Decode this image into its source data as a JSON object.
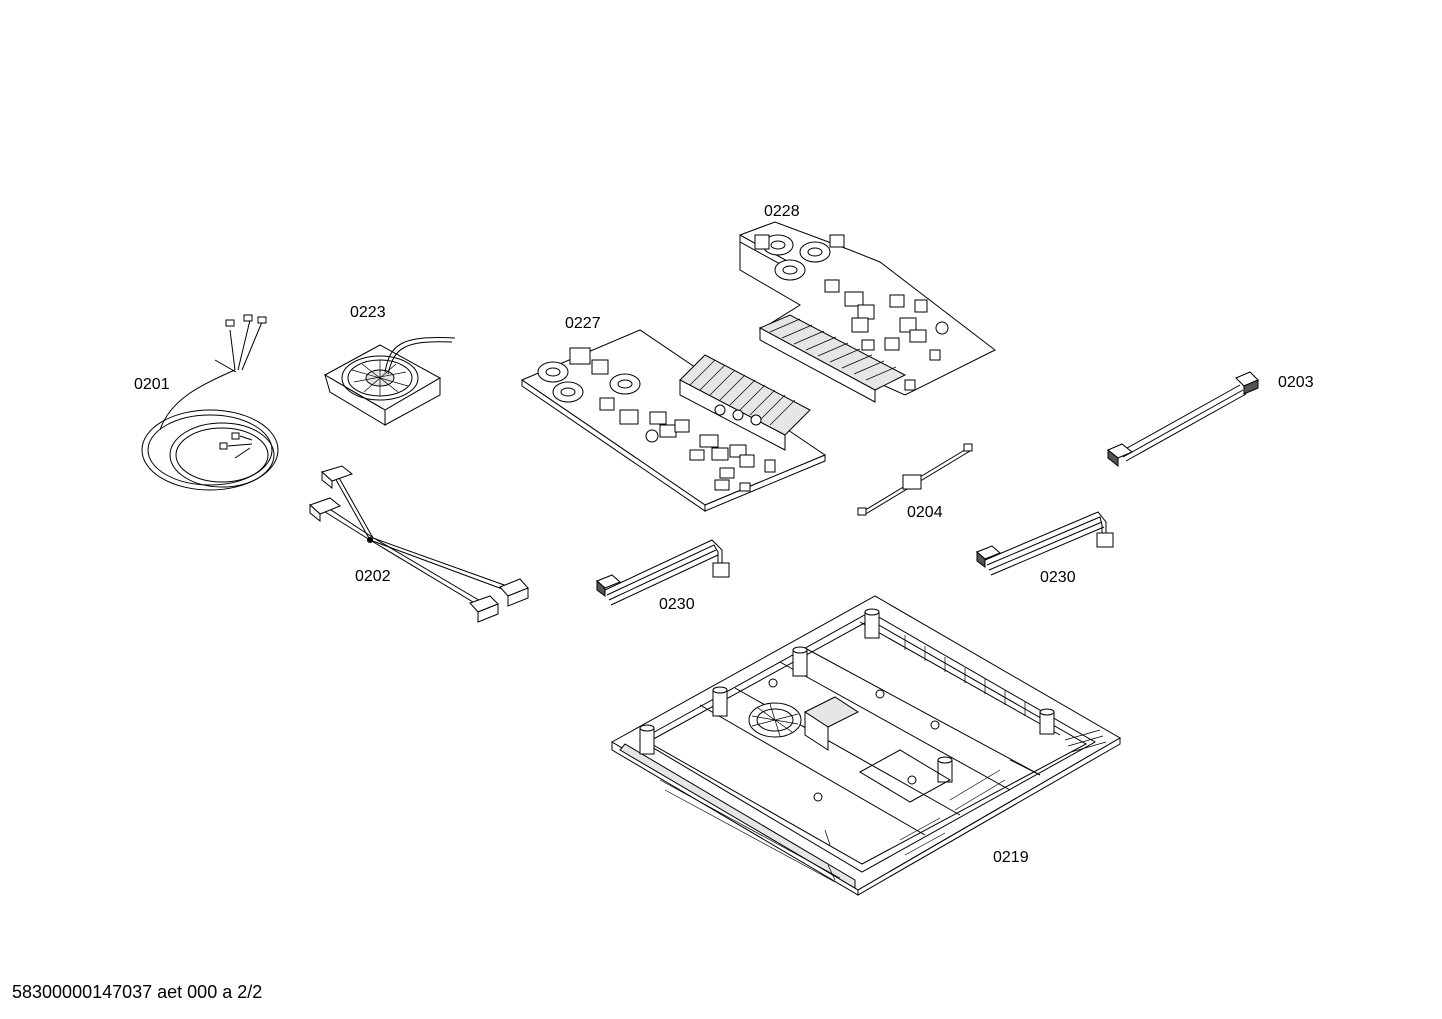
{
  "parts": [
    {
      "id": "cable",
      "label": "0201"
    },
    {
      "id": "harness",
      "label": "0202"
    },
    {
      "id": "cable-short",
      "label": "0203"
    },
    {
      "id": "ferrite-cable",
      "label": "0204"
    },
    {
      "id": "housing",
      "label": "0219"
    },
    {
      "id": "fan",
      "label": "0223"
    },
    {
      "id": "pcb-a",
      "label": "0227"
    },
    {
      "id": "pcb-b",
      "label": "0228"
    },
    {
      "id": "ribbon-a",
      "label": "0230"
    },
    {
      "id": "ribbon-b",
      "label": "0230"
    }
  ],
  "footer": {
    "text": "58300000147037 aet 000 a 2/2"
  }
}
